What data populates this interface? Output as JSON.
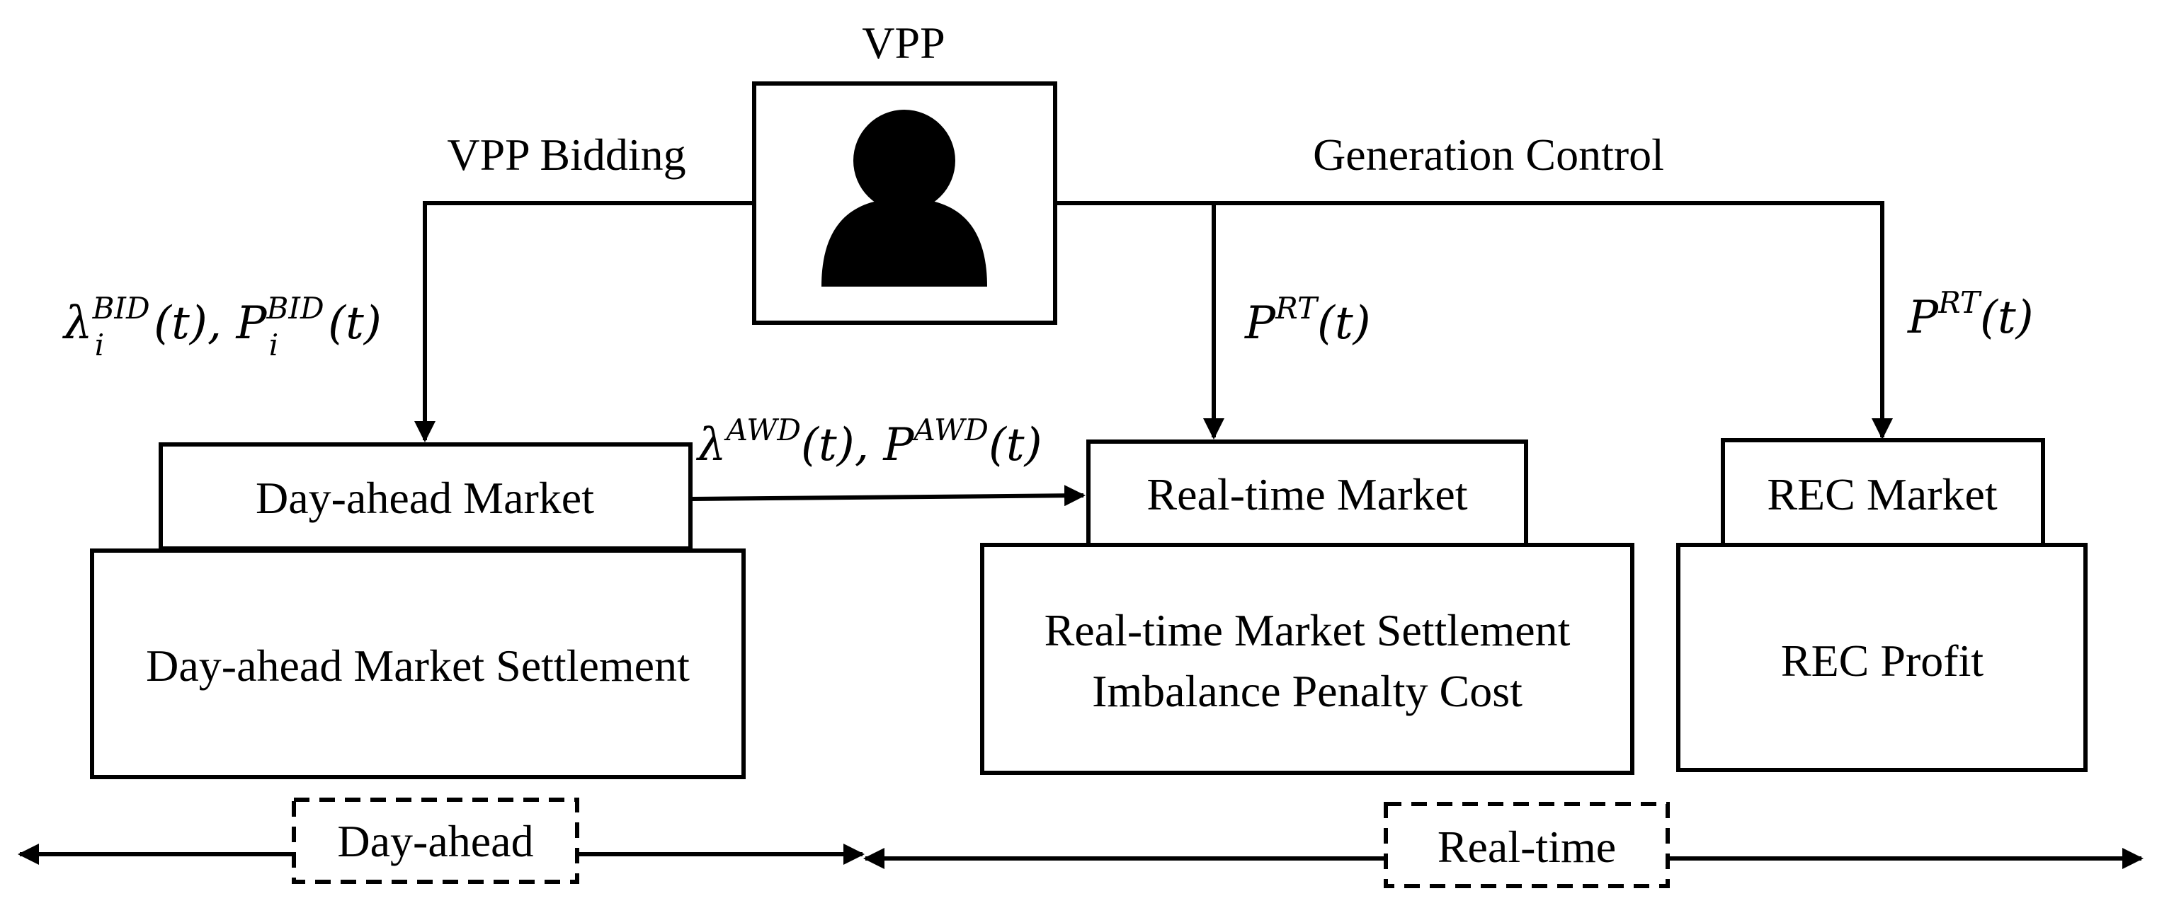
{
  "vpp": {
    "title": "VPP",
    "icon": "person-icon"
  },
  "edges": {
    "bidding_label": "VPP Bidding",
    "control_label": "Generation Control",
    "bid_formula": {
      "lambda": "λ",
      "lambda_sup": "BID",
      "lambda_sub": "i",
      "lambda_arg": "(t), ",
      "p": "P",
      "p_sup": "BID",
      "p_sub": "i",
      "p_arg": "(t)"
    },
    "awd_formula": {
      "lambda": "λ",
      "lambda_sup": "AWD",
      "lambda_arg": "(t), ",
      "p": "P",
      "p_sup": "AWD",
      "p_arg": "(t)"
    },
    "rt_formula_1": {
      "p": "P",
      "p_sup": "RT",
      "p_arg": "(t)"
    },
    "rt_formula_2": {
      "p": "P",
      "p_sup": "RT",
      "p_arg": "(t)"
    }
  },
  "markets": {
    "day_ahead": "Day-ahead Market",
    "real_time": "Real-time Market",
    "rec": "REC Market"
  },
  "settlements": {
    "day_ahead": "Day-ahead Market Settlement",
    "real_time_line1": "Real-time Market Settlement",
    "real_time_line2": "Imbalance Penalty Cost",
    "rec": "REC Profit"
  },
  "timeline": {
    "day_ahead": "Day-ahead",
    "real_time": "Real-time"
  }
}
